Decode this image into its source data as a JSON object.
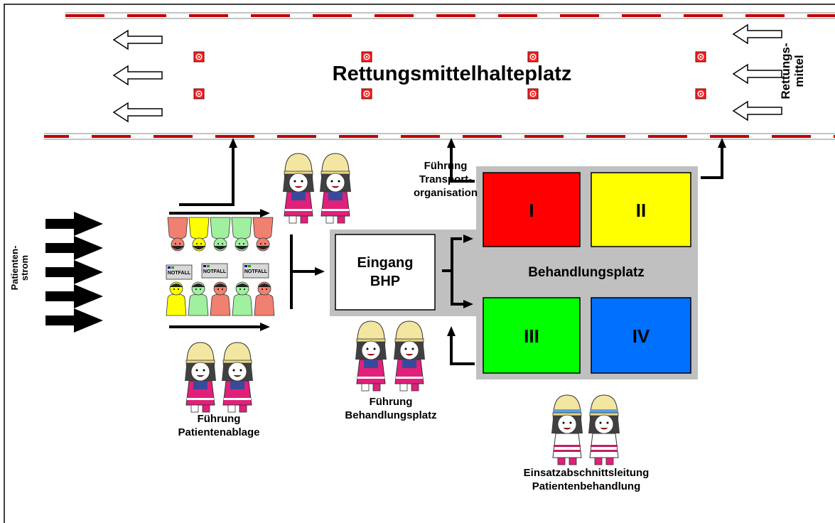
{
  "road": {
    "title": "Rettungsmittelhalteplatz",
    "vehicles_label": "Rettungs-\nmittel"
  },
  "patient_stream": {
    "label": "Patienten-\nstrom"
  },
  "tags": [
    "NOTFALL",
    "NOTFALL",
    "NOTFALL"
  ],
  "entrance": {
    "label": "Eingang\nBHP"
  },
  "treatment_area": {
    "label": "Behandlungsplatz"
  },
  "sections": [
    {
      "label": "I",
      "color": "#ff0000"
    },
    {
      "label": "II",
      "color": "#ffff00"
    },
    {
      "label": "III",
      "color": "#00ff00"
    },
    {
      "label": "IV",
      "color": "#0070ff"
    }
  ],
  "roles": {
    "transport": "Führung\nTransport-\norganisation",
    "patient_holding": "Führung\nPatientenablage",
    "treatment": "Führung\nBehandlungsplatz",
    "section_lead": "Einsatzabschnittsleitung\nPatientenbehandlung"
  },
  "colors": {
    "area_gray": "#c0c0c0",
    "road_stripe": "#c00000",
    "target_red": "#ff2020"
  }
}
